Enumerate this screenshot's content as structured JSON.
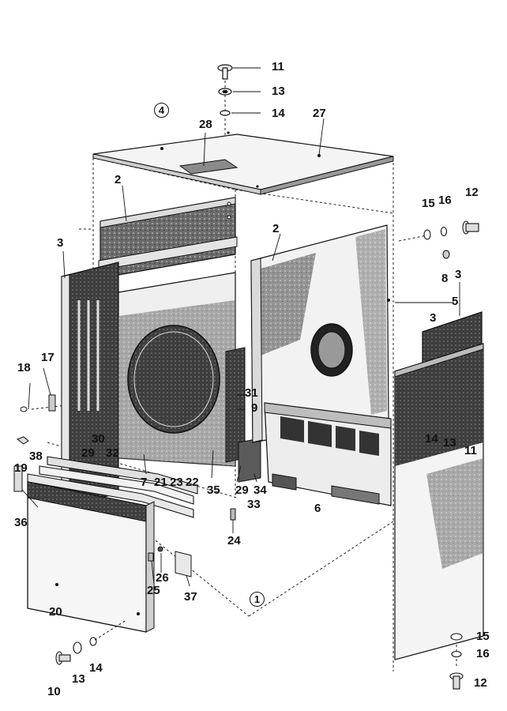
{
  "diagram": {
    "type": "exploded-parts-view",
    "part_labels": [
      "1",
      "2",
      "2",
      "3",
      "3",
      "3",
      "4",
      "5",
      "6",
      "7",
      "8",
      "9",
      "10",
      "11",
      "11",
      "12",
      "12",
      "13",
      "13",
      "13",
      "14",
      "14",
      "14",
      "15",
      "15",
      "16",
      "16",
      "17",
      "18",
      "19",
      "20",
      "21",
      "22",
      "23",
      "24",
      "25",
      "26",
      "27",
      "28",
      "29",
      "29",
      "30",
      "31",
      "32",
      "33",
      "34",
      "35",
      "36",
      "37",
      "38"
    ]
  }
}
